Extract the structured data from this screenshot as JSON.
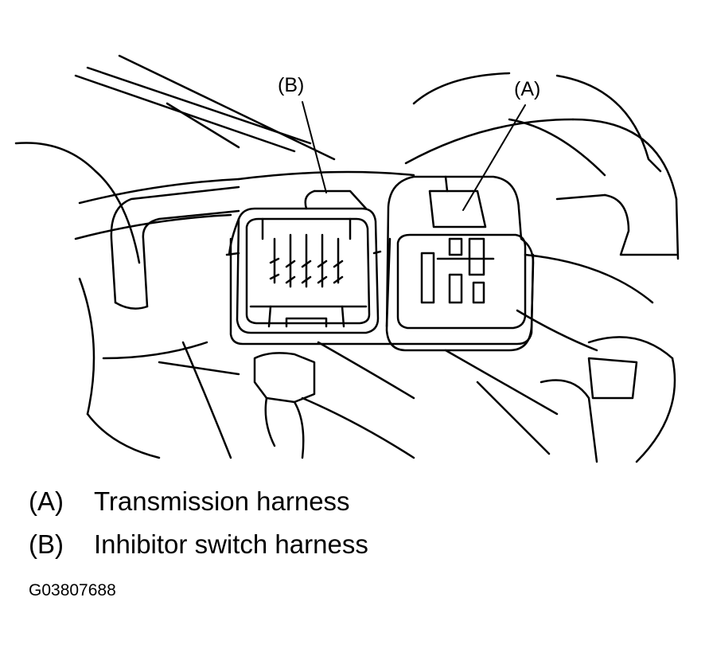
{
  "callouts": {
    "a": "(A)",
    "b": "(B)"
  },
  "legend": [
    {
      "key": "(A)",
      "text": "Transmission harness"
    },
    {
      "key": "(B)",
      "text": "Inhibitor switch harness"
    }
  ],
  "figure_id": "G03807688"
}
